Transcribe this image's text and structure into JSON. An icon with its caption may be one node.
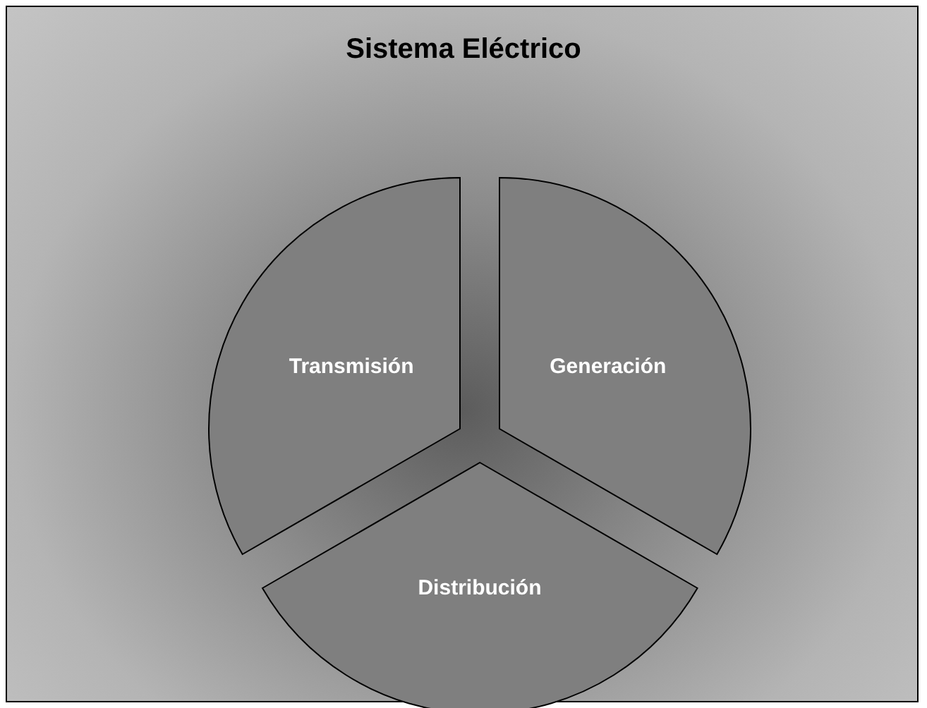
{
  "diagram": {
    "title": "Sistema Eléctrico",
    "nodes": [
      {
        "text": [
          "Transmisión"
        ]
      },
      {
        "text": [
          "Generación"
        ]
      },
      {
        "text": [
          "Distribución"
        ]
      }
    ],
    "edges": []
  }
}
